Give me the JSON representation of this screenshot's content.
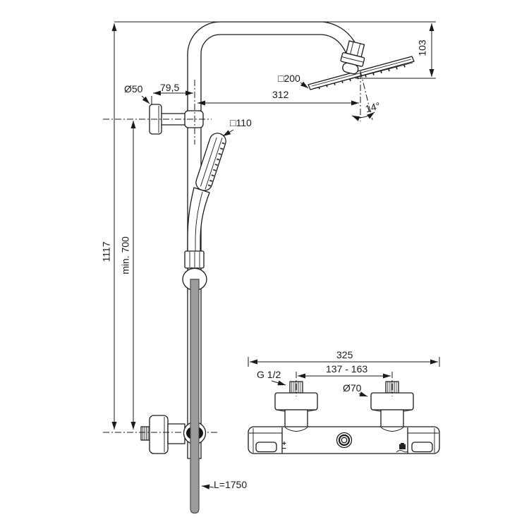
{
  "dimensions": {
    "column": {
      "total_height": "1117",
      "min_mounting_height": "min. 700",
      "bracket_diameter": "Ø50",
      "wall_offset": "79,5"
    },
    "head_shower": {
      "size": "□200",
      "reach": "312",
      "height_drop": "103",
      "spray_angle": "14°"
    },
    "hand_shower": {
      "size": "□110",
      "hose_length": "L=1750"
    },
    "mixer": {
      "overall_width": "325",
      "inlet_spacing": "137 - 163",
      "inlet_thread": "G 1/2",
      "escutcheon_diameter": "Ø70",
      "flow_plus": "+",
      "flow_minus": "−"
    }
  },
  "colors": {
    "line": "#1a1a1a",
    "hose_fill": "#9c9c9c",
    "hose_edge": "#4a4a4a"
  }
}
